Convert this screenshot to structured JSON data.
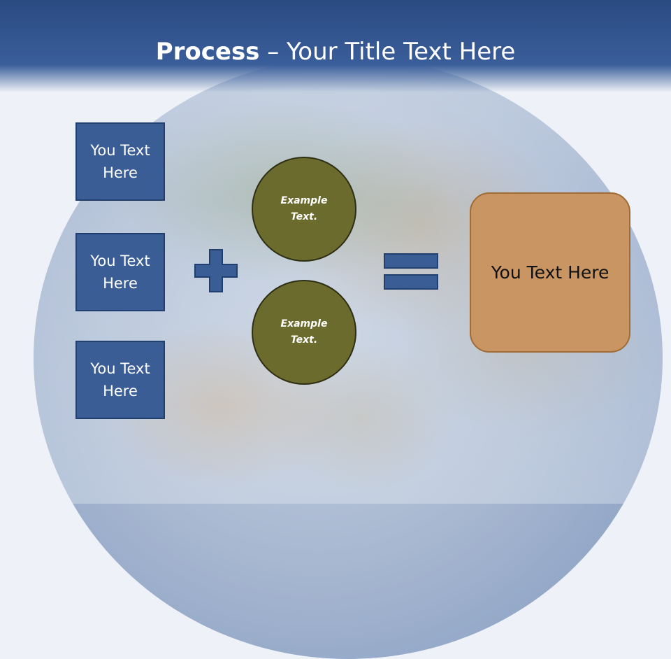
{
  "title": {
    "bold": "Process",
    "rest": " – Your Title Text Here"
  },
  "inputs": [
    {
      "label": "You Text Here"
    },
    {
      "label": "You Text Here"
    },
    {
      "label": "You Text Here"
    }
  ],
  "circles": [
    {
      "label": "Example Text."
    },
    {
      "label": "Example Text."
    }
  ],
  "result": {
    "label": "You Text Here"
  },
  "colors": {
    "title_bar": "#2a4a82",
    "input_box": "#3a5d96",
    "circle": "#6b6b2e",
    "result_box": "#c99663",
    "operator": "#3a5d96"
  }
}
